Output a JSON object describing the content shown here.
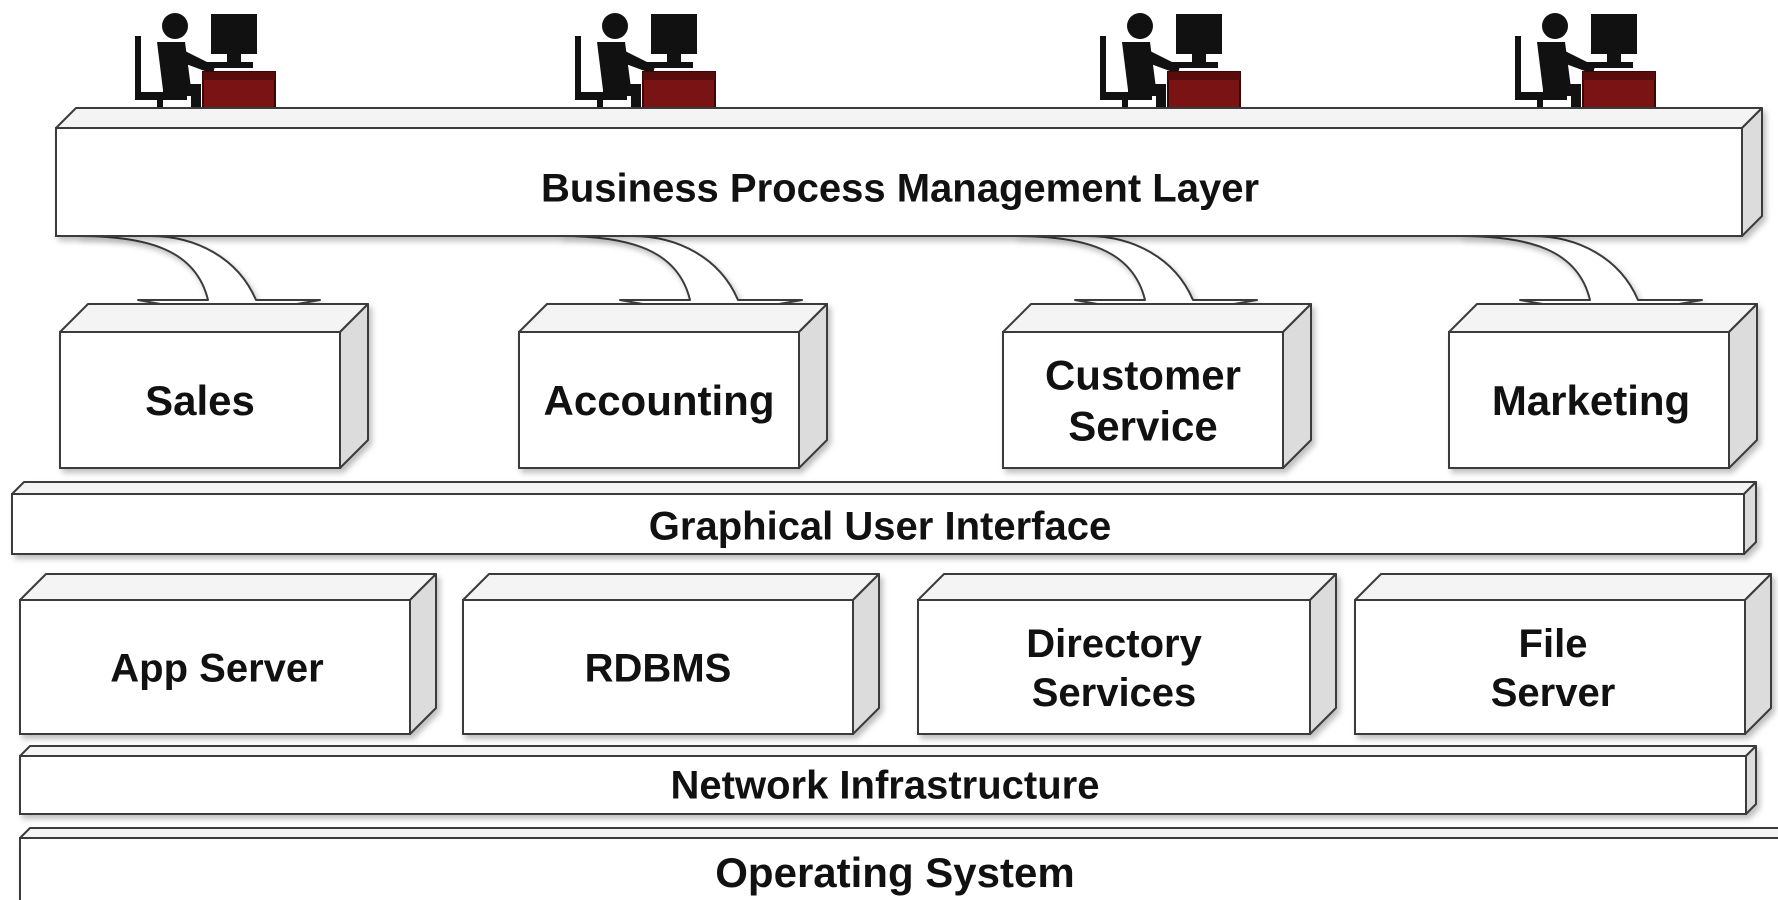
{
  "layers": {
    "bpm": "Business Process Management Layer",
    "gui": "Graphical User Interface",
    "network": "Network Infrastructure",
    "os": "Operating System"
  },
  "departments": [
    {
      "lines": [
        "Sales"
      ]
    },
    {
      "lines": [
        "Accounting"
      ]
    },
    {
      "lines": [
        "Customer",
        "Service"
      ]
    },
    {
      "lines": [
        "Marketing"
      ]
    }
  ],
  "infrastructure": [
    {
      "lines": [
        "App Server"
      ]
    },
    {
      "lines": [
        "RDBMS"
      ]
    },
    {
      "lines": [
        "Directory",
        "Services"
      ]
    },
    {
      "lines": [
        "File",
        "Server"
      ]
    }
  ],
  "users": [
    {
      "icon": "user-at-workstation-icon"
    },
    {
      "icon": "user-at-workstation-icon"
    },
    {
      "icon": "user-at-workstation-icon"
    },
    {
      "icon": "user-at-workstation-icon"
    }
  ],
  "colors": {
    "box_fill": "#ffffff",
    "box_side": "#dcdcdc",
    "box_top": "#f4f4f4",
    "outline": "#3a3a3a",
    "desk": "#7a1414",
    "arrow_fill": "#ffffff"
  }
}
